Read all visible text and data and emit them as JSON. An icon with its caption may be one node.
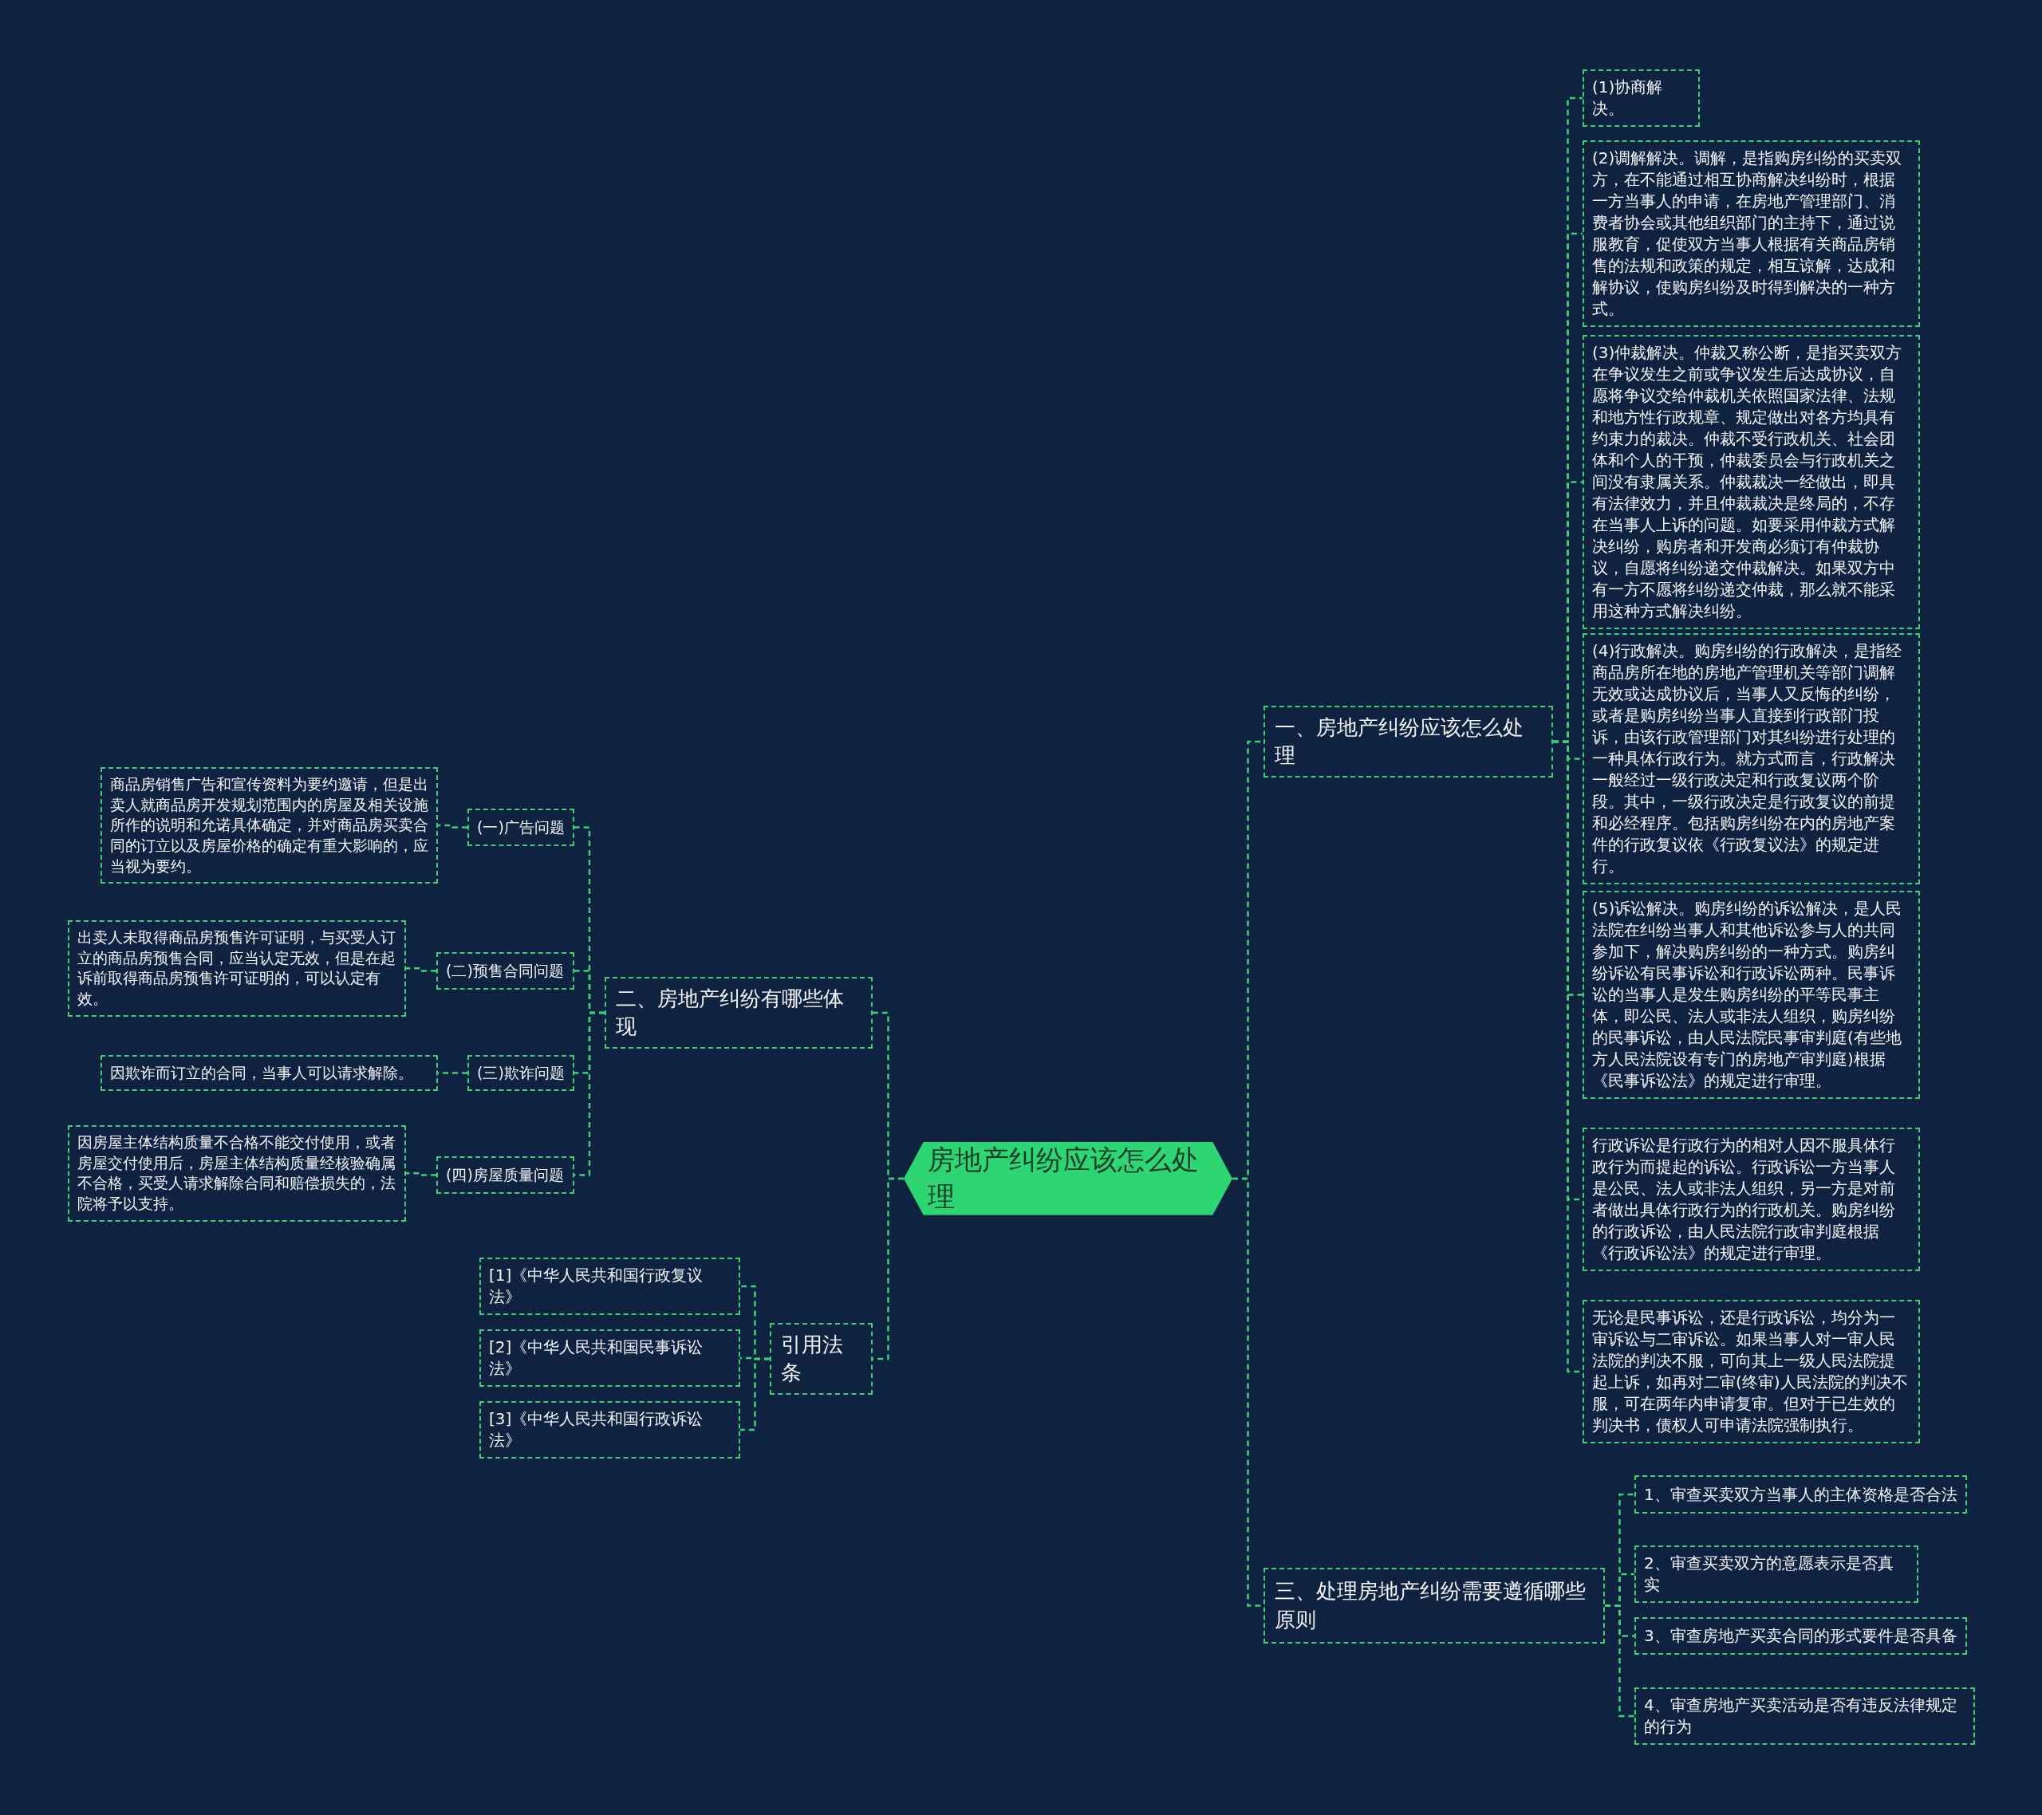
{
  "diagram": {
    "nodes": [
      {
        "text": [
          "房地产纠纷应该怎么处理"
        ]
      },
      {
        "text": [
          "一、房地产纠纷应该怎么处理"
        ]
      },
      {
        "text": [
          "(1)协商解决。"
        ]
      },
      {
        "text": [
          "(2)调解解决。调解，是指购房纠纷的买卖双方，在不能通过相互协商解决纠纷时，根据一方当事人的申请，在房地产管理部门、消费者协会或其他组织部门的主持下，通过说服教育，促使双方当事人根据有关商品房销售的法规和政策的规定，相互谅解，达成和解协议，使购房纠纷及时得到解决的一种方式。"
        ]
      },
      {
        "text": [
          "(3)仲裁解决。仲裁又称公断，是指买卖双方在争议发生之前或争议发生后达成协议，自愿将争议交给仲裁机关依照国家法律、法规和地方性行政规章、规定做出对各方均具有约束力的裁决。仲裁不受行政机关、社会团体和个人的干预，仲裁委员会与行政机关之间没有隶属关系。仲裁裁决一经做出，即具有法律效力，并且仲裁裁决是终局的，不存在当事人上诉的问题。如要采用仲裁方式解决纠纷，购房者和开发商必须订有仲裁协议，自愿将纠纷递交仲裁解决。如果双方中有一方不愿将纠纷递交仲裁，那么就不能采用这种方式解决纠纷。"
        ]
      },
      {
        "text": [
          "(4)行政解决。购房纠纷的行政解决，是指经商品房所在地的房地产管理机关等部门调解无效或达成协议后，当事人又反悔的纠纷，或者是购房纠纷当事人直接到行政部门投诉，由该行政管理部门对其纠纷进行处理的一种具体行政行为。就方式而言，行政解决一般经过一级行政决定和行政复议两个阶段。其中，一级行政决定是行政复议的前提和必经程序。包括购房纠纷在内的房地产案件的行政复议依《行政复议法》的规定进行。"
        ]
      },
      {
        "text": [
          "(5)诉讼解决。购房纠纷的诉讼解决，是人民法院在纠纷当事人和其他诉讼参与人的共同参加下，解决购房纠纷的一种方式。购房纠纷诉讼有民事诉讼和行政诉讼两种。民事诉讼的当事人是发生购房纠纷的平等民事主体，即公民、法人或非法人组织，购房纠纷的民事诉讼，由人民法院民事审判庭(有些地方人民法院设有专门的房地产审判庭)根据《民事诉讼法》的规定进行审理。"
        ]
      },
      {
        "text": [
          "行政诉讼是行政行为的相对人因不服具体行政行为而提起的诉讼。行政诉讼一方当事人是公民、法人或非法人组织，另一方是对前者做出具体行政行为的行政机关。购房纠纷的行政诉讼，由人民法院行政审判庭根据《行政诉讼法》的规定进行审理。"
        ]
      },
      {
        "text": [
          "无论是民事诉讼，还是行政诉讼，均分为一审诉讼与二审诉讼。如果当事人对一审人民法院的判决不服，可向其上一级人民法院提起上诉，如再对二审(终审)人民法院的判决不服，可在两年内申请复审。但对于已生效的判决书，债权人可申请法院强制执行。"
        ]
      },
      {
        "text": [
          "二、房地产纠纷有哪些体现"
        ]
      },
      {
        "text": [
          "(一)广告问题"
        ]
      },
      {
        "text": [
          "商品房销售广告和宣传资料为要约邀请，但是出卖人就商品房开发规划范围内的房屋及相关设施所作的说明和允诺具体确定，并对商品房买卖合同的订立以及房屋价格的确定有重大影响的，应当视为要约。"
        ]
      },
      {
        "text": [
          "(二)预售合同问题"
        ]
      },
      {
        "text": [
          "出卖人未取得商品房预售许可证明，与买受人订立的商品房预售合同，应当认定无效，但是在起诉前取得商品房预售许可证明的，可以认定有效。"
        ]
      },
      {
        "text": [
          "(三)欺诈问题"
        ]
      },
      {
        "text": [
          "因欺诈而订立的合同，当事人可以请求解除。"
        ]
      },
      {
        "text": [
          "(四)房屋质量问题"
        ]
      },
      {
        "text": [
          "因房屋主体结构质量不合格不能交付使用，或者房屋交付使用后，房屋主体结构质量经核验确属不合格，买受人请求解除合同和赔偿损失的，法院将予以支持。"
        ]
      },
      {
        "text": [
          "引用法条"
        ]
      },
      {
        "text": [
          "[1]《中华人民共和国行政复议法》"
        ]
      },
      {
        "text": [
          "[2]《中华人民共和国民事诉讼法》"
        ]
      },
      {
        "text": [
          "[3]《中华人民共和国行政诉讼法》"
        ]
      },
      {
        "text": [
          "三、处理房地产纠纷需要遵循哪些原则"
        ]
      },
      {
        "text": [
          "1、审查买卖双方当事人的主体资格是否合法"
        ]
      },
      {
        "text": [
          "2、审查买卖双方的意愿表示是否真实"
        ]
      },
      {
        "text": [
          "3、审查房地产买卖合同的形式要件是否具备"
        ]
      },
      {
        "text": [
          "4、审查房地产买卖活动是否有违反法律规定的行为"
        ]
      }
    ],
    "edges": [
      {
        "from": 0,
        "to": 1,
        "arrow": "none"
      },
      {
        "from": 1,
        "to": 2,
        "arrow": "none"
      },
      {
        "from": 1,
        "to": 3,
        "arrow": "none"
      },
      {
        "from": 1,
        "to": 4,
        "arrow": "none"
      },
      {
        "from": 1,
        "to": 5,
        "arrow": "none"
      },
      {
        "from": 1,
        "to": 6,
        "arrow": "none"
      },
      {
        "from": 1,
        "to": 7,
        "arrow": "none"
      },
      {
        "from": 1,
        "to": 8,
        "arrow": "none"
      },
      {
        "from": 0,
        "to": 9,
        "arrow": "none"
      },
      {
        "from": 9,
        "to": 10,
        "arrow": "none"
      },
      {
        "from": 10,
        "to": 11,
        "arrow": "none"
      },
      {
        "from": 9,
        "to": 12,
        "arrow": "none"
      },
      {
        "from": 12,
        "to": 13,
        "arrow": "none"
      },
      {
        "from": 9,
        "to": 14,
        "arrow": "none"
      },
      {
        "from": 14,
        "to": 15,
        "arrow": "none"
      },
      {
        "from": 9,
        "to": 16,
        "arrow": "none"
      },
      {
        "from": 16,
        "to": 17,
        "arrow": "none"
      },
      {
        "from": 0,
        "to": 18,
        "arrow": "none"
      },
      {
        "from": 18,
        "to": 19,
        "arrow": "none"
      },
      {
        "from": 18,
        "to": 20,
        "arrow": "none"
      },
      {
        "from": 18,
        "to": 21,
        "arrow": "none"
      },
      {
        "from": 0,
        "to": 22,
        "arrow": "none"
      },
      {
        "from": 22,
        "to": 23,
        "arrow": "none"
      },
      {
        "from": 22,
        "to": 24,
        "arrow": "none"
      },
      {
        "from": 22,
        "to": 25,
        "arrow": "none"
      },
      {
        "from": 22,
        "to": 26,
        "arrow": "none"
      }
    ]
  }
}
